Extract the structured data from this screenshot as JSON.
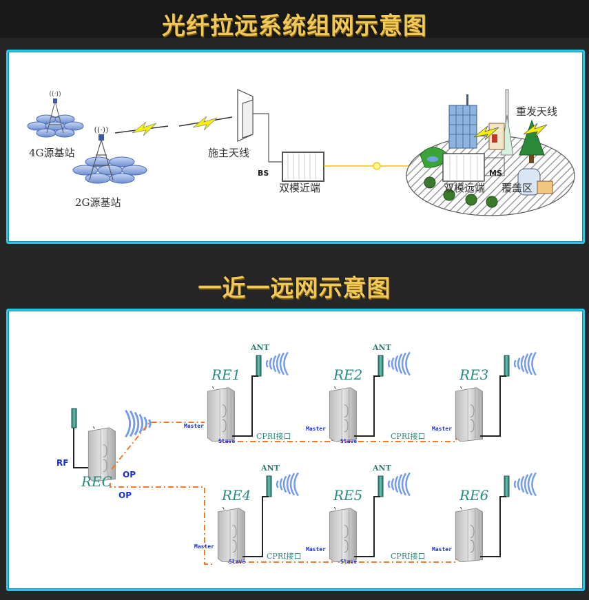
{
  "section1": {
    "title": "光纤拉远系统组网示意图",
    "labels": {
      "bs4g": "4G源基站",
      "bs2g": "2G源基站",
      "donor_antenna": "施主天线",
      "bs": "BS",
      "near_end": "双模近端",
      "far_end": "双模远端",
      "ms": "MS",
      "coverage": "覆盖区",
      "retransmit_antenna": "重发天线"
    },
    "colors": {
      "fiber": "#f2c200",
      "lightning": "#f5f000"
    }
  },
  "section2": {
    "title": "一近一远网示意图",
    "rec": {
      "label": "REC",
      "rf_label": "RF",
      "op_labels": [
        "OP",
        "OP"
      ]
    },
    "remote_units": [
      {
        "label": "RE1",
        "ant_label": "ANT",
        "master": "Master",
        "slave": "Slave"
      },
      {
        "label": "RE2",
        "ant_label": "ANT",
        "master": "Master",
        "slave": "Slave"
      },
      {
        "label": "RE3",
        "ant_label": "",
        "master": "Master",
        "slave": ""
      },
      {
        "label": "RE4",
        "ant_label": "ANT",
        "master": "Master",
        "slave": "Slave"
      },
      {
        "label": "RE5",
        "ant_label": "ANT",
        "master": "Master",
        "slave": "Slave"
      },
      {
        "label": "RE6",
        "ant_label": "",
        "master": "Master",
        "slave": ""
      }
    ],
    "cpri_labels": [
      "CPRI接口",
      "CPRI接口",
      "CPRI接口",
      "CPRI接口"
    ],
    "colors": {
      "dash_link": "#f07a2a",
      "re_label": "#2a8a82",
      "port_label": "#1a2fd0"
    }
  },
  "theme": {
    "title_color": "#f0c95a",
    "panel_border": "#2bc6e6",
    "background": "#262626"
  }
}
